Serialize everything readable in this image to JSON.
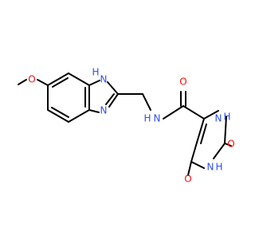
{
  "molecule": {
    "atoms": {
      "methoxy_o": "O",
      "nh_imidazole": "H",
      "n_imidazole_h": "N",
      "n_imidazole": "N",
      "nh_amide_n": "N",
      "nh_amide_h": "H",
      "o_amide": "O",
      "nh_pyrimidine_1_n": "N",
      "nh_pyrimidine_1_h": "H",
      "o_pyrimidine_2": "O",
      "nh_pyrimidine_3_n": "N",
      "nh_pyrimidine_3_h": "H",
      "o_pyrimidine_6": "O"
    },
    "colors": {
      "bond": "#000000",
      "nitrogen": "#3050F8",
      "oxygen": "#FF0D0D"
    }
  }
}
